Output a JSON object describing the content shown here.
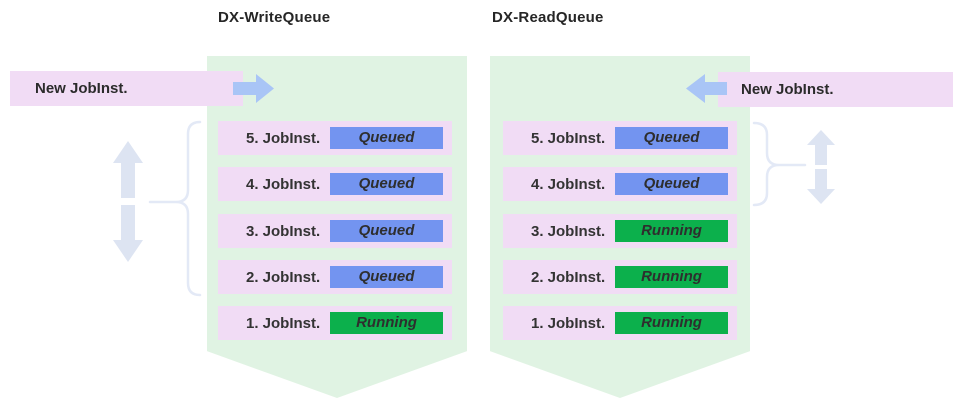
{
  "diagram": {
    "left_queue": {
      "title": "DX-WriteQueue",
      "incoming_label": "New JobInst.",
      "rows": [
        {
          "label": "5. JobInst.",
          "status": "Queued"
        },
        {
          "label": "4. JobInst.",
          "status": "Queued"
        },
        {
          "label": "3. JobInst.",
          "status": "Queued"
        },
        {
          "label": "2. JobInst.",
          "status": "Queued"
        },
        {
          "label": "1. JobInst.",
          "status": "Running"
        }
      ]
    },
    "right_queue": {
      "title": "DX-ReadQueue",
      "incoming_label": "New JobInst.",
      "rows": [
        {
          "label": "5. JobInst.",
          "status": "Queued"
        },
        {
          "label": "4. JobInst.",
          "status": "Queued"
        },
        {
          "label": "3. JobInst.",
          "status": "Running"
        },
        {
          "label": "2. JobInst.",
          "status": "Running"
        },
        {
          "label": "1. JobInst.",
          "status": "Running"
        }
      ]
    },
    "icons": {
      "left_incoming": "arrow-right-icon",
      "right_incoming": "arrow-left-icon",
      "left_reorder": "up-down-arrows-icon",
      "right_reorder": "up-down-arrows-icon",
      "left_group": "curly-brace-left",
      "right_group": "curly-brace-right"
    },
    "status_colors": {
      "queued": "#7394f0",
      "running": "#0cb04c"
    },
    "accent_colors": {
      "container_green": "#e0f3e3",
      "lavender": "#f1dcf5",
      "incoming_arrow_blue": "#a9c5f6",
      "reorder_arrow_gray": "#dde4f2",
      "brace_gray": "#e3e9f6"
    }
  }
}
